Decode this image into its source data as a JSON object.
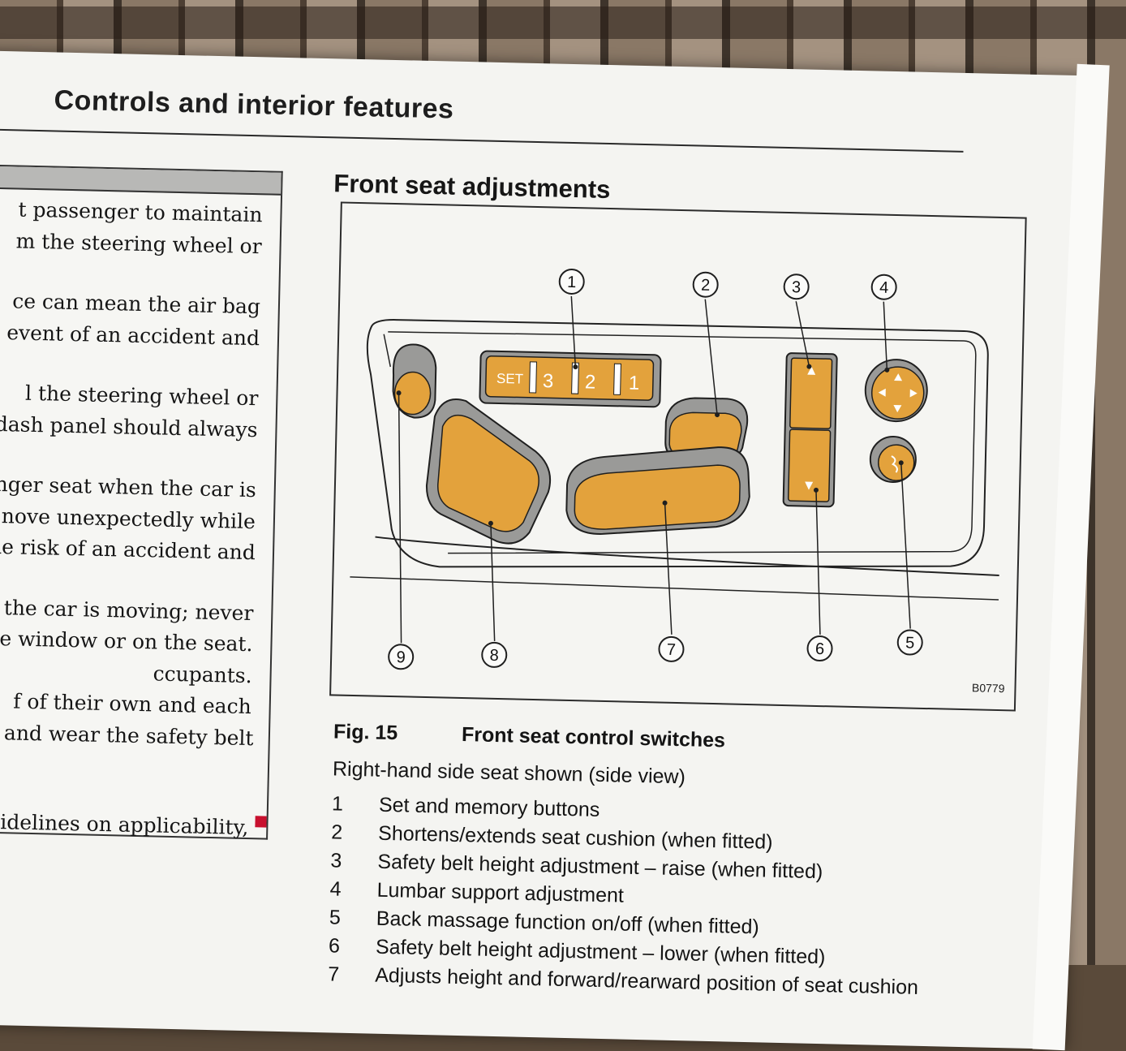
{
  "header": {
    "section_title": "Controls and interior features"
  },
  "left_column": {
    "lines": [
      "t passenger to maintain",
      "m the steering wheel or",
      "",
      "ce can mean the air bag",
      "event of an accident and",
      "",
      "l the steering wheel or",
      "dash panel should always",
      "",
      "nger seat when the car is",
      "nove unexpectedly while",
      "ne risk of an accident and",
      "",
      "the car is moving; never",
      "e window or on the seat.",
      "ccupants.",
      "f of their own and each",
      "n and wear the safety belt",
      "",
      "",
      "uidelines on applicability,"
    ]
  },
  "section": {
    "heading": "Front seat adjustments"
  },
  "figure": {
    "code": "B0779",
    "callouts": [
      "1",
      "2",
      "3",
      "4",
      "5",
      "6",
      "7",
      "8",
      "9"
    ],
    "memory_buttons": [
      "SET",
      "3",
      "2",
      "1"
    ],
    "colors": {
      "switch_fill": "#e3a23c",
      "switch_shadow": "#9a9a98",
      "outline": "#1f1f1f"
    }
  },
  "caption": {
    "label": "Fig. 15",
    "title": "Front seat control switches",
    "subtitle": "Right-hand side seat shown (side view)",
    "items": [
      {
        "num": "1",
        "text": "Set and memory buttons"
      },
      {
        "num": "2",
        "text": "Shortens/extends seat cushion (when fitted)"
      },
      {
        "num": "3",
        "text": "Safety belt height adjustment – raise (when fitted)"
      },
      {
        "num": "4",
        "text": "Lumbar support adjustment"
      },
      {
        "num": "5",
        "text": "Back massage function on/off (when fitted)"
      },
      {
        "num": "6",
        "text": "Safety belt height adjustment – lower (when fitted)"
      },
      {
        "num": "7",
        "text": "Adjusts height and forward/rearward position of seat cushion"
      }
    ]
  }
}
